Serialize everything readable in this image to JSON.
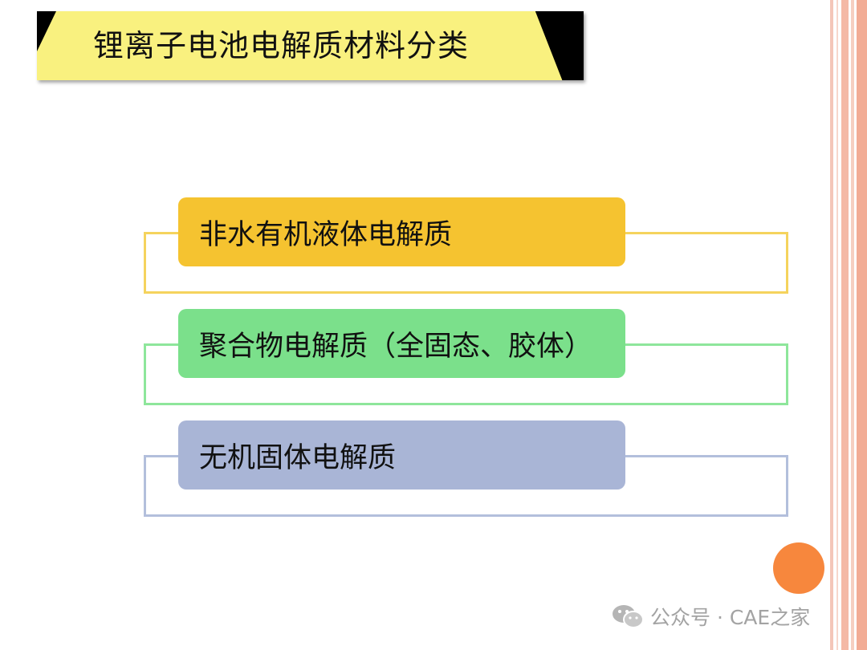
{
  "title": "锂离子电池电解质材料分类",
  "categories": [
    {
      "label": "非水有机液体电解质",
      "color": "#f5c330",
      "line": "#f5d35d"
    },
    {
      "label": "聚合物电解质（全固态、胶体）",
      "color": "#7be08b",
      "line": "#8ee69b"
    },
    {
      "label": "无机固体电解质",
      "color": "#a9b5d6",
      "line": "#b3bfdc"
    }
  ],
  "watermark": {
    "text": "公众号 · CAE之家",
    "icon": "wechat-icon"
  }
}
